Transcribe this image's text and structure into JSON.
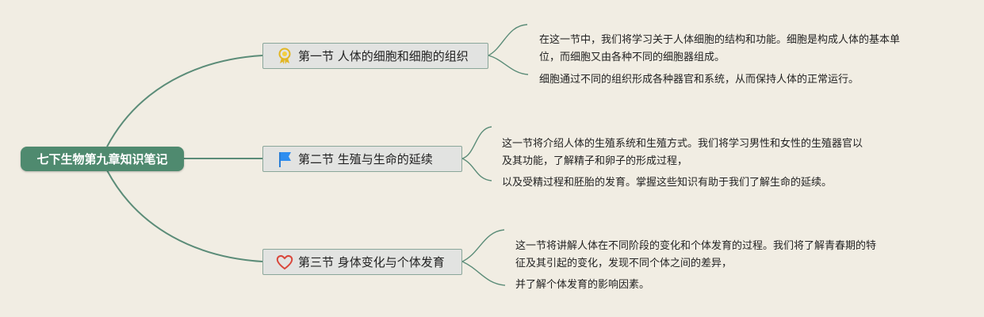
{
  "root": {
    "label": "七下生物第九章知识笔记"
  },
  "branches": [
    {
      "label": "第一节 人体的细胞和细胞的组织",
      "icon": "award-ribbon-icon",
      "leaves": [
        {
          "lines": [
            "在这一节中，我们将学习关于人体细胞的结构和功能。细胞是构成人体的基本单",
            "位，而细胞又由各种不同的细胞器组成。"
          ]
        },
        {
          "lines": [
            "细胞通过不同的组织形成各种器官和系统，从而保持人体的正常运行。"
          ]
        }
      ]
    },
    {
      "label": "第二节 生殖与生命的延续",
      "icon": "blue-flag-icon",
      "leaves": [
        {
          "lines": [
            "这一节将介绍人体的生殖系统和生殖方式。我们将学习男性和女性的生殖器官以",
            "及其功能，了解精子和卵子的形成过程，"
          ]
        },
        {
          "lines": [
            "以及受精过程和胚胎的发育。掌握这些知识有助于我们了解生命的延续。"
          ]
        }
      ]
    },
    {
      "label": "第三节 身体变化与个体发育",
      "icon": "heart-outline-icon",
      "leaves": [
        {
          "lines": [
            "这一节将讲解人体在不同阶段的变化和个体发育的过程。我们将了解青春期的特",
            "征及其引起的变化，发现不同个体之间的差异，"
          ]
        },
        {
          "lines": [
            "并了解个体发育的影响因素。"
          ]
        }
      ]
    }
  ],
  "colors": {
    "connector": "#5b8c78",
    "root_bg": "#4f8a6f",
    "background": "#f1ede3"
  }
}
